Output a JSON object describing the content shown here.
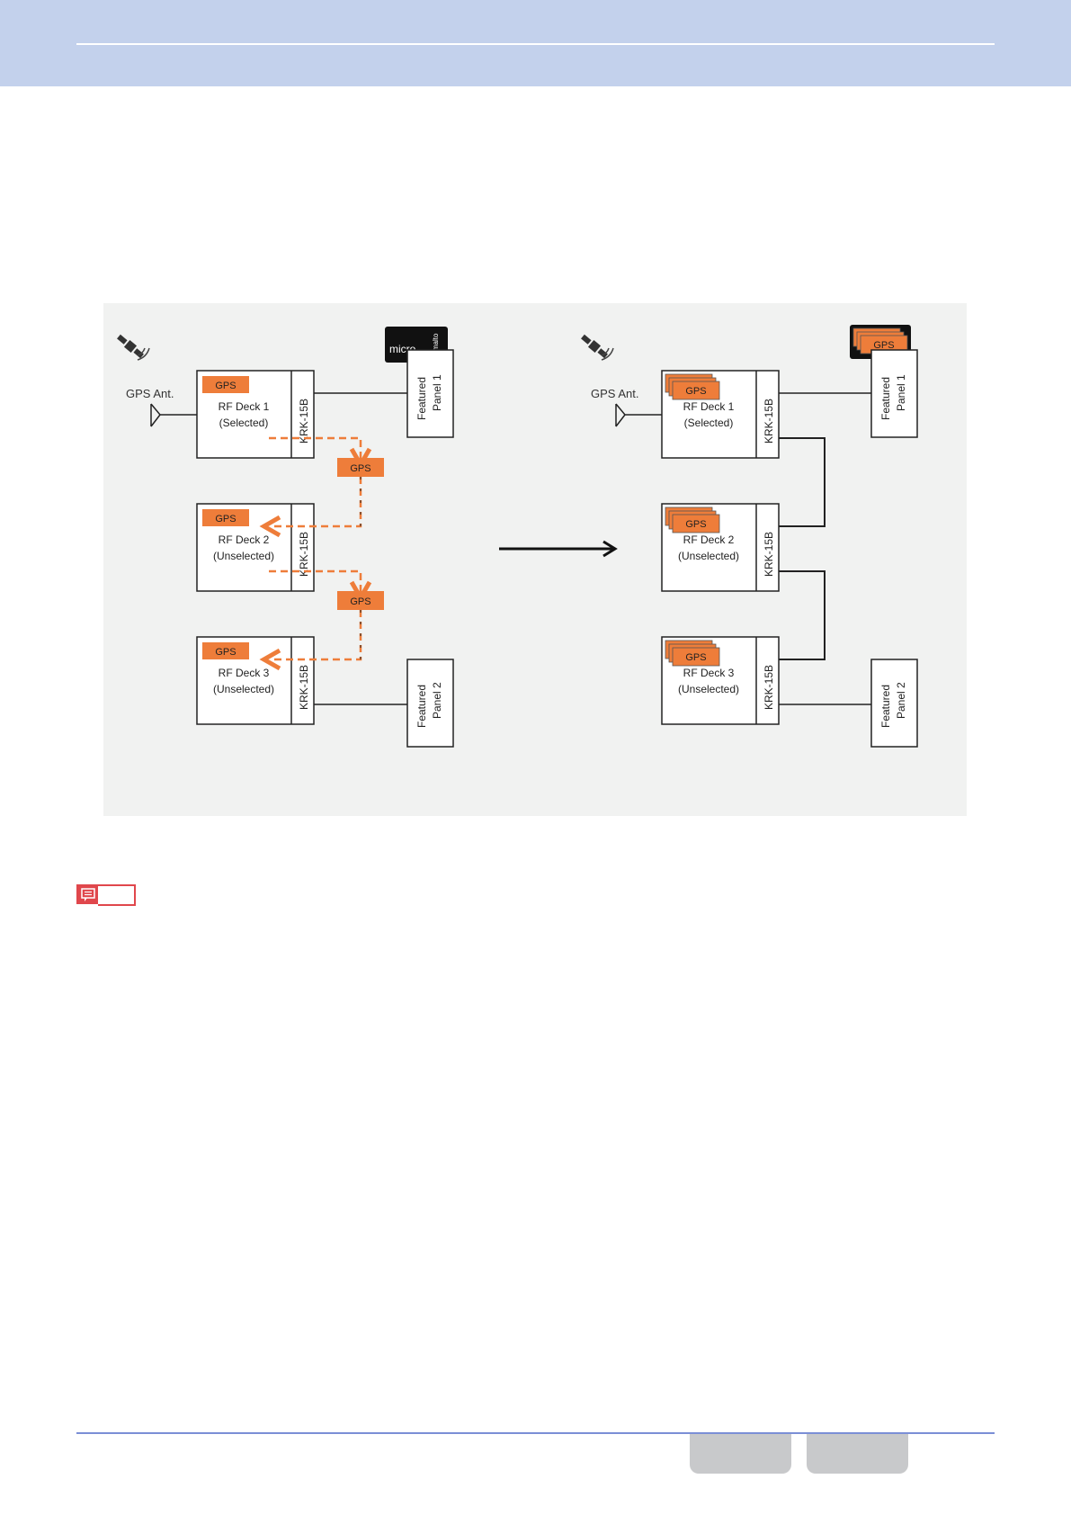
{
  "diagram": {
    "before": {
      "antenna_label": "GPS Ant.",
      "card_brand_micro": "micro",
      "card_brand_maker": "gemalto",
      "decks": [
        {
          "name": "RF Deck 1",
          "status": "(Selected)",
          "gps_badge": "GPS",
          "module": "KRK-15B"
        },
        {
          "name": "RF Deck 2",
          "status": "(Unselected)",
          "gps_badge": "GPS",
          "module": "KRK-15B"
        },
        {
          "name": "RF Deck 3",
          "status": "(Unselected)",
          "gps_badge": "GPS",
          "module": "KRK-15B"
        }
      ],
      "panels": [
        {
          "line1": "Featured",
          "line2": "Panel 1"
        },
        {
          "line1": "Featured",
          "line2": "Panel 2"
        }
      ],
      "transfer_badges": [
        "GPS",
        "GPS"
      ]
    },
    "after": {
      "antenna_label": "GPS Ant.",
      "card_gps_badge": "GPS",
      "decks": [
        {
          "name": "RF Deck 1",
          "status": "(Selected)",
          "gps_badge": "GPS",
          "module": "KRK-15B"
        },
        {
          "name": "RF Deck 2",
          "status": "(Unselected)",
          "gps_badge": "GPS",
          "module": "KRK-15B"
        },
        {
          "name": "RF Deck 3",
          "status": "(Unselected)",
          "gps_badge": "GPS",
          "module": "KRK-15B"
        }
      ],
      "panels": [
        {
          "line1": "Featured",
          "line2": "Panel 1"
        },
        {
          "line1": "Featured",
          "line2": "Panel 2"
        }
      ]
    },
    "colors": {
      "gps_orange": "#ee7d3a",
      "header_blue": "#c3d1ec",
      "note_red": "#e0474c",
      "footer_rule": "#7b8fd6"
    }
  },
  "page": {
    "note_icon": "note-icon",
    "prev_button_icon": "previous-page-button",
    "next_button_icon": "next-page-button"
  }
}
